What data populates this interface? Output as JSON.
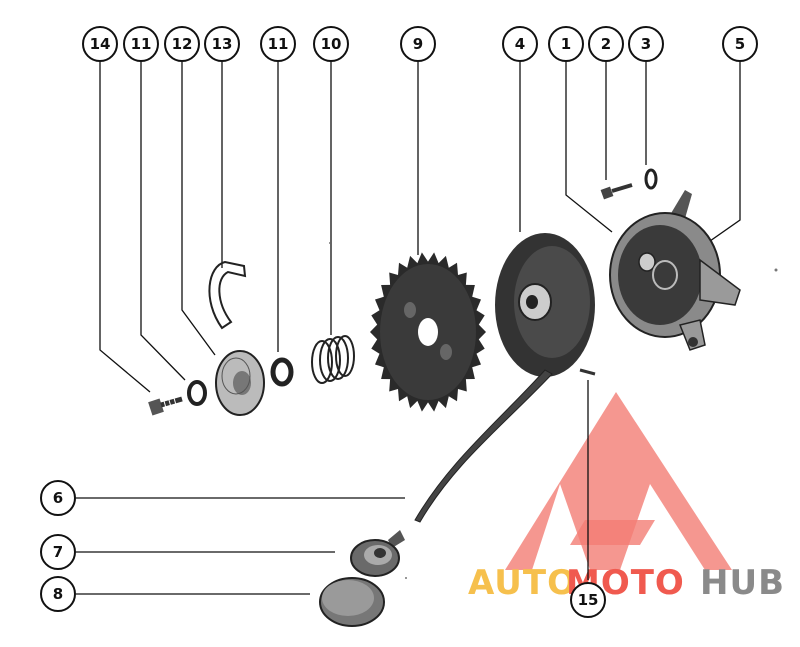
{
  "callouts": [
    {
      "id": "c14",
      "label": "14"
    },
    {
      "id": "c11a",
      "label": "11"
    },
    {
      "id": "c12",
      "label": "12"
    },
    {
      "id": "c13",
      "label": "13"
    },
    {
      "id": "c11b",
      "label": "11"
    },
    {
      "id": "c10",
      "label": "10"
    },
    {
      "id": "c9",
      "label": "9"
    },
    {
      "id": "c4",
      "label": "4"
    },
    {
      "id": "c1",
      "label": "1"
    },
    {
      "id": "c2",
      "label": "2"
    },
    {
      "id": "c3",
      "label": "3"
    },
    {
      "id": "c5",
      "label": "5"
    },
    {
      "id": "c6",
      "label": "6"
    },
    {
      "id": "c7",
      "label": "7"
    },
    {
      "id": "c8",
      "label": "8"
    },
    {
      "id": "c15",
      "label": "15"
    }
  ],
  "watermark": {
    "part1": "AUTO",
    "part2": "MOTO",
    "part3": "HUB",
    "color_light": "#f6c04d",
    "color_accent": "#f05a4f",
    "color_dark": "#8a8a8a"
  }
}
